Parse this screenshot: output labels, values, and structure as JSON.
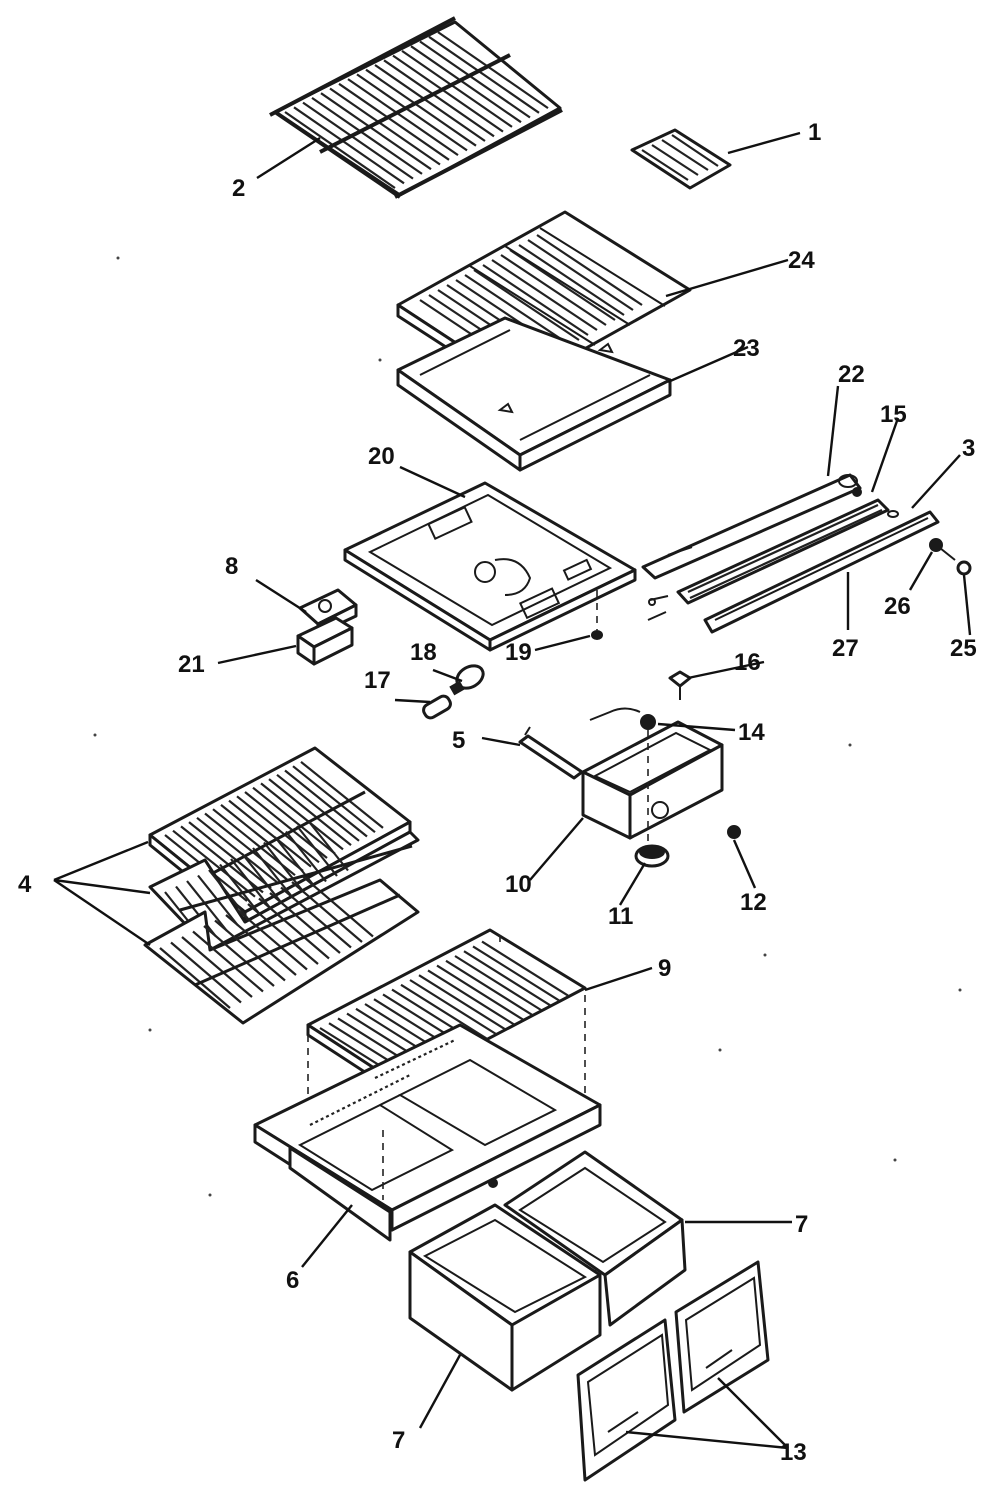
{
  "diagram": {
    "callouts": [
      "1",
      "2",
      "3",
      "4",
      "5",
      "6",
      "7",
      "7",
      "8",
      "9",
      "10",
      "11",
      "12",
      "13",
      "14",
      "15",
      "16",
      "17",
      "18",
      "19",
      "20",
      "21",
      "22",
      "23",
      "24",
      "25",
      "26",
      "27"
    ]
  }
}
